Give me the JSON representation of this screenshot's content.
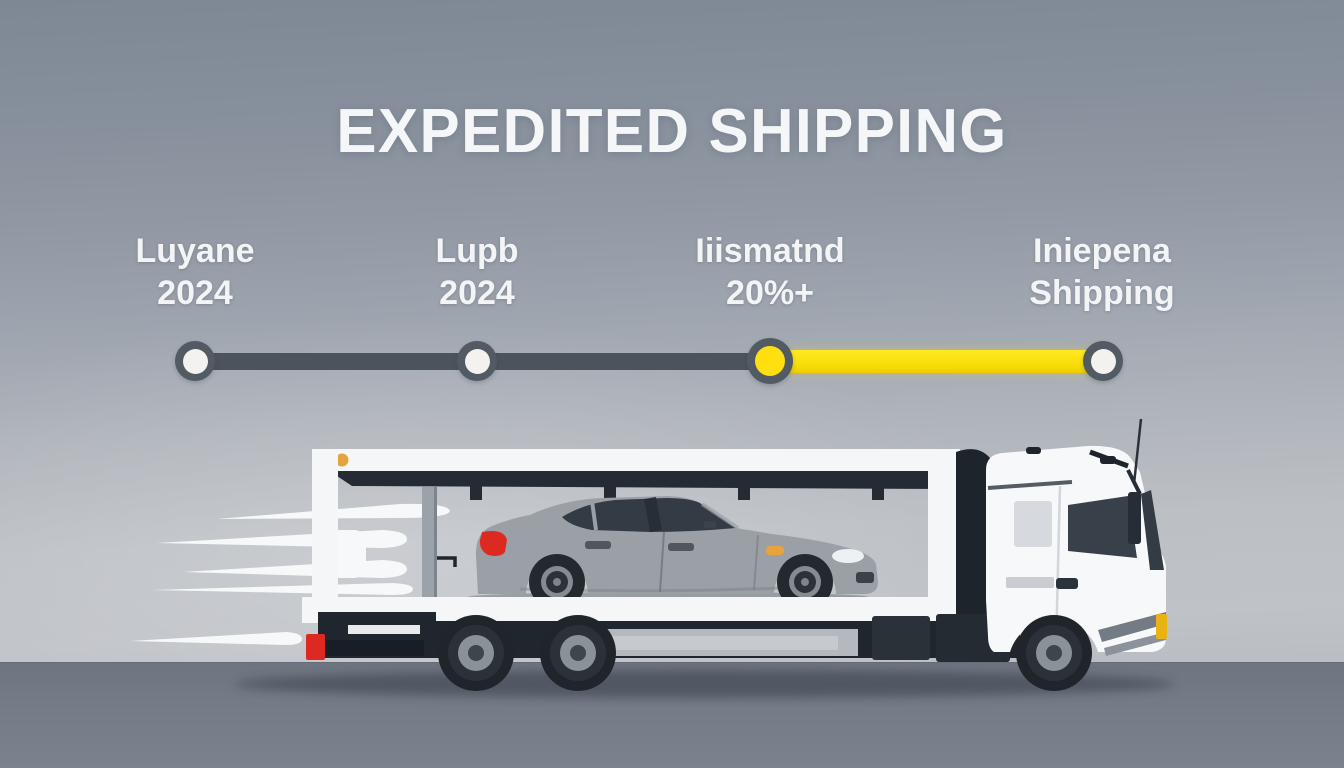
{
  "title": "EXPEDITED SHIPPING",
  "timeline": {
    "milestones": [
      {
        "line1": "Luyane",
        "line2": "2024",
        "marker": "white"
      },
      {
        "line1": "Lupb",
        "line2": "2024",
        "marker": "white"
      },
      {
        "line1": "Iiismatnd",
        "line2": "20%+",
        "marker": "yellow"
      },
      {
        "line1": "Iniepena",
        "line2": "Shipping",
        "marker": "white"
      }
    ],
    "segments": [
      {
        "from": 1,
        "to": 3,
        "color": "#4b535c"
      },
      {
        "from": 3,
        "to": 4,
        "color": "#f8dc05"
      }
    ]
  },
  "scene": {
    "illustration": "car-transporter-truck-side-view",
    "cargo": "gray-sedan",
    "effects": "speed-lines",
    "direction": "facing-right"
  },
  "colors": {
    "background_top": "#7e8895",
    "background_light": "#bfc2c7",
    "ground": "#737a85",
    "accent_yellow": "#f8dc05",
    "timeline_gray": "#4b535c",
    "node_ring": "#525a64",
    "node_core_white": "#f3f2ee",
    "node_core_yellow": "#ffdf10",
    "truck_white": "#f5f6f8",
    "chassis_dark": "#20262e",
    "car_gray": "#9aa0a6",
    "taillight_red": "#dc2a22",
    "indicator_orange": "#e8a33c",
    "text_white": "#f2f4f6"
  }
}
